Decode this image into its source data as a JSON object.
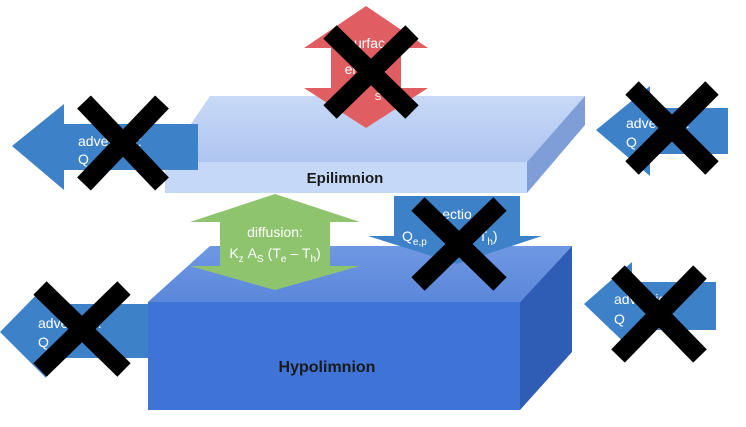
{
  "layers": {
    "epilimnion": {
      "label": "Epilimnion",
      "color": "#b4c9f2"
    },
    "hypolimnion": {
      "label": "Hypolimnion",
      "color": "#3f73d6"
    }
  },
  "arrows": {
    "surface_energy": {
      "line1": "surfac",
      "line2": "energy",
      "line3": "S",
      "color": "#e05e61",
      "crossed": true
    },
    "advection_epi_left": {
      "line1": "advection:",
      "line2_a": "Q",
      "line2_b": "e",
      "color": "#3d82c9",
      "crossed": true
    },
    "advection_epi_right": {
      "line1": "advection:",
      "line2": "Q",
      "color": "#3d82c9",
      "crossed": true
    },
    "diffusion": {
      "line1": "diffusion:",
      "line2": {
        "K": "K",
        "z": "z",
        "A": "A",
        "S": "S",
        "open": "(T",
        "e": "e",
        "minus": "– T",
        "h": "h",
        "close": ")"
      },
      "color": "#8fc46e",
      "crossed": false
    },
    "entrainment": {
      "line1": "ectio",
      "line2_a": "Q",
      "line2_b": "e,p",
      "line2_c": "T",
      "line2_d": "h",
      "line2_e": ")",
      "color": "#3d82c9",
      "crossed": true
    },
    "advection_hypo_left": {
      "line1": "advection:",
      "line2": "Q",
      "color": "#3d82c9",
      "crossed": true
    },
    "advection_hypo_right": {
      "line1": "advection:",
      "line2": "Q",
      "color": "#3d82c9",
      "crossed": true
    }
  }
}
